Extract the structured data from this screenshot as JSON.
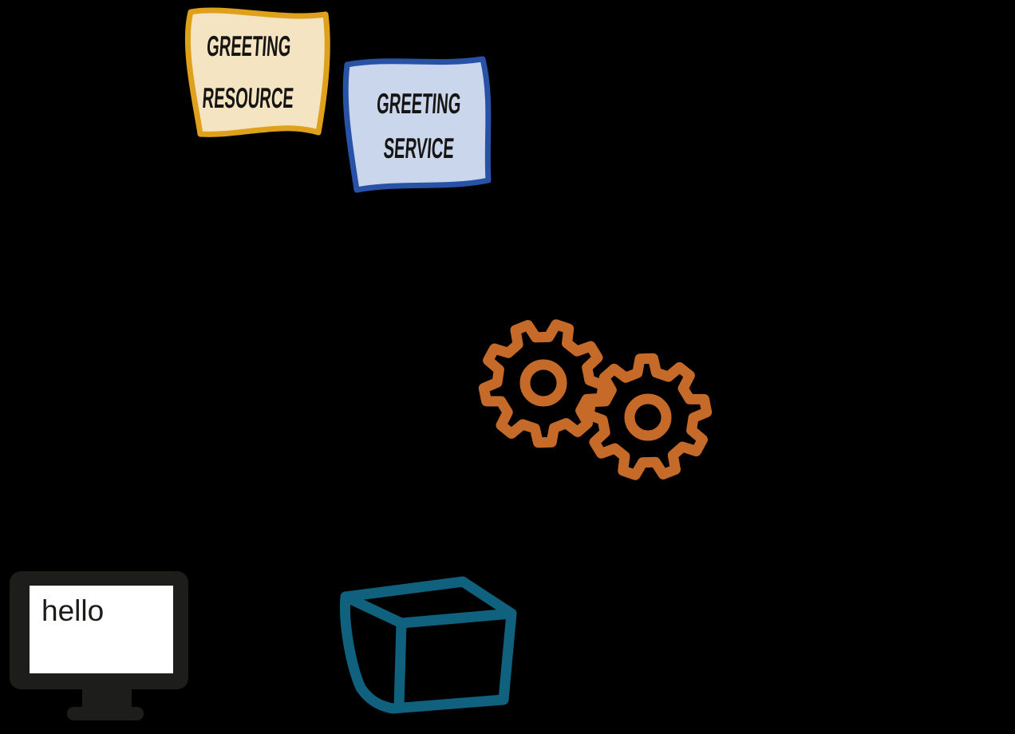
{
  "background_color": "#000000",
  "diagram": {
    "resource_note": {
      "line1": "GREETING",
      "line2": "RESOURCE",
      "fill": "#f4e4c2",
      "border": "#dfa11b",
      "text_color": "#171513"
    },
    "service_note": {
      "line1": "GREETING",
      "line2": "SERVICE",
      "fill": "#c9d6ec",
      "border": "#2752a5",
      "text_color": "#171513"
    },
    "gears": {
      "icon": "gears-icon",
      "color": "#c56a28"
    },
    "monitor": {
      "icon": "monitor-icon",
      "screen_text": "hello",
      "frame_color": "#1d1d1b",
      "screen_color": "#ffffff",
      "text_color": "#1b1b19"
    },
    "cube": {
      "icon": "cube-icon",
      "color": "#0f617e"
    }
  }
}
